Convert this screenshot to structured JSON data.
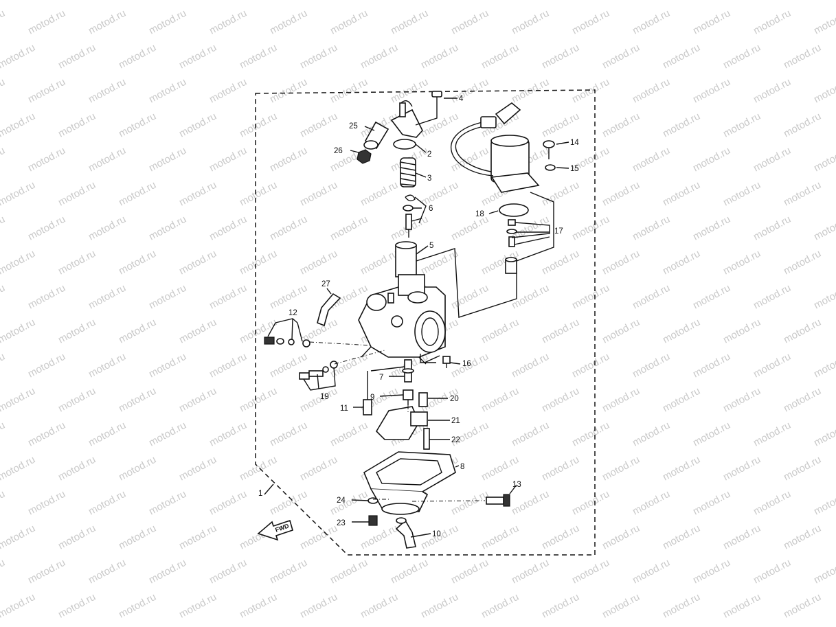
{
  "watermark": {
    "text": "motod.ru",
    "color": "#c9c9c9"
  },
  "direction_marker": {
    "text": "FWD",
    "icon": "forward-arrow-icon"
  },
  "callouts": [
    {
      "id": "c1",
      "number": "1"
    },
    {
      "id": "c2",
      "number": "2"
    },
    {
      "id": "c3",
      "number": "3"
    },
    {
      "id": "c4",
      "number": "4"
    },
    {
      "id": "c5",
      "number": "5"
    },
    {
      "id": "c6",
      "number": "6"
    },
    {
      "id": "c7",
      "number": "7"
    },
    {
      "id": "c8",
      "number": "8"
    },
    {
      "id": "c9",
      "number": "9"
    },
    {
      "id": "c10",
      "number": "10"
    },
    {
      "id": "c11",
      "number": "11"
    },
    {
      "id": "c12",
      "number": "12"
    },
    {
      "id": "c13",
      "number": "13"
    },
    {
      "id": "c14",
      "number": "14"
    },
    {
      "id": "c15",
      "number": "15"
    },
    {
      "id": "c16",
      "number": "16"
    },
    {
      "id": "c17",
      "number": "17"
    },
    {
      "id": "c18",
      "number": "18"
    },
    {
      "id": "c19",
      "number": "19"
    },
    {
      "id": "c20",
      "number": "20"
    },
    {
      "id": "c21",
      "number": "21"
    },
    {
      "id": "c22",
      "number": "22"
    },
    {
      "id": "c23",
      "number": "23"
    },
    {
      "id": "c24",
      "number": "24"
    },
    {
      "id": "c25",
      "number": "25"
    },
    {
      "id": "c26",
      "number": "26"
    },
    {
      "id": "c27",
      "number": "27"
    }
  ]
}
